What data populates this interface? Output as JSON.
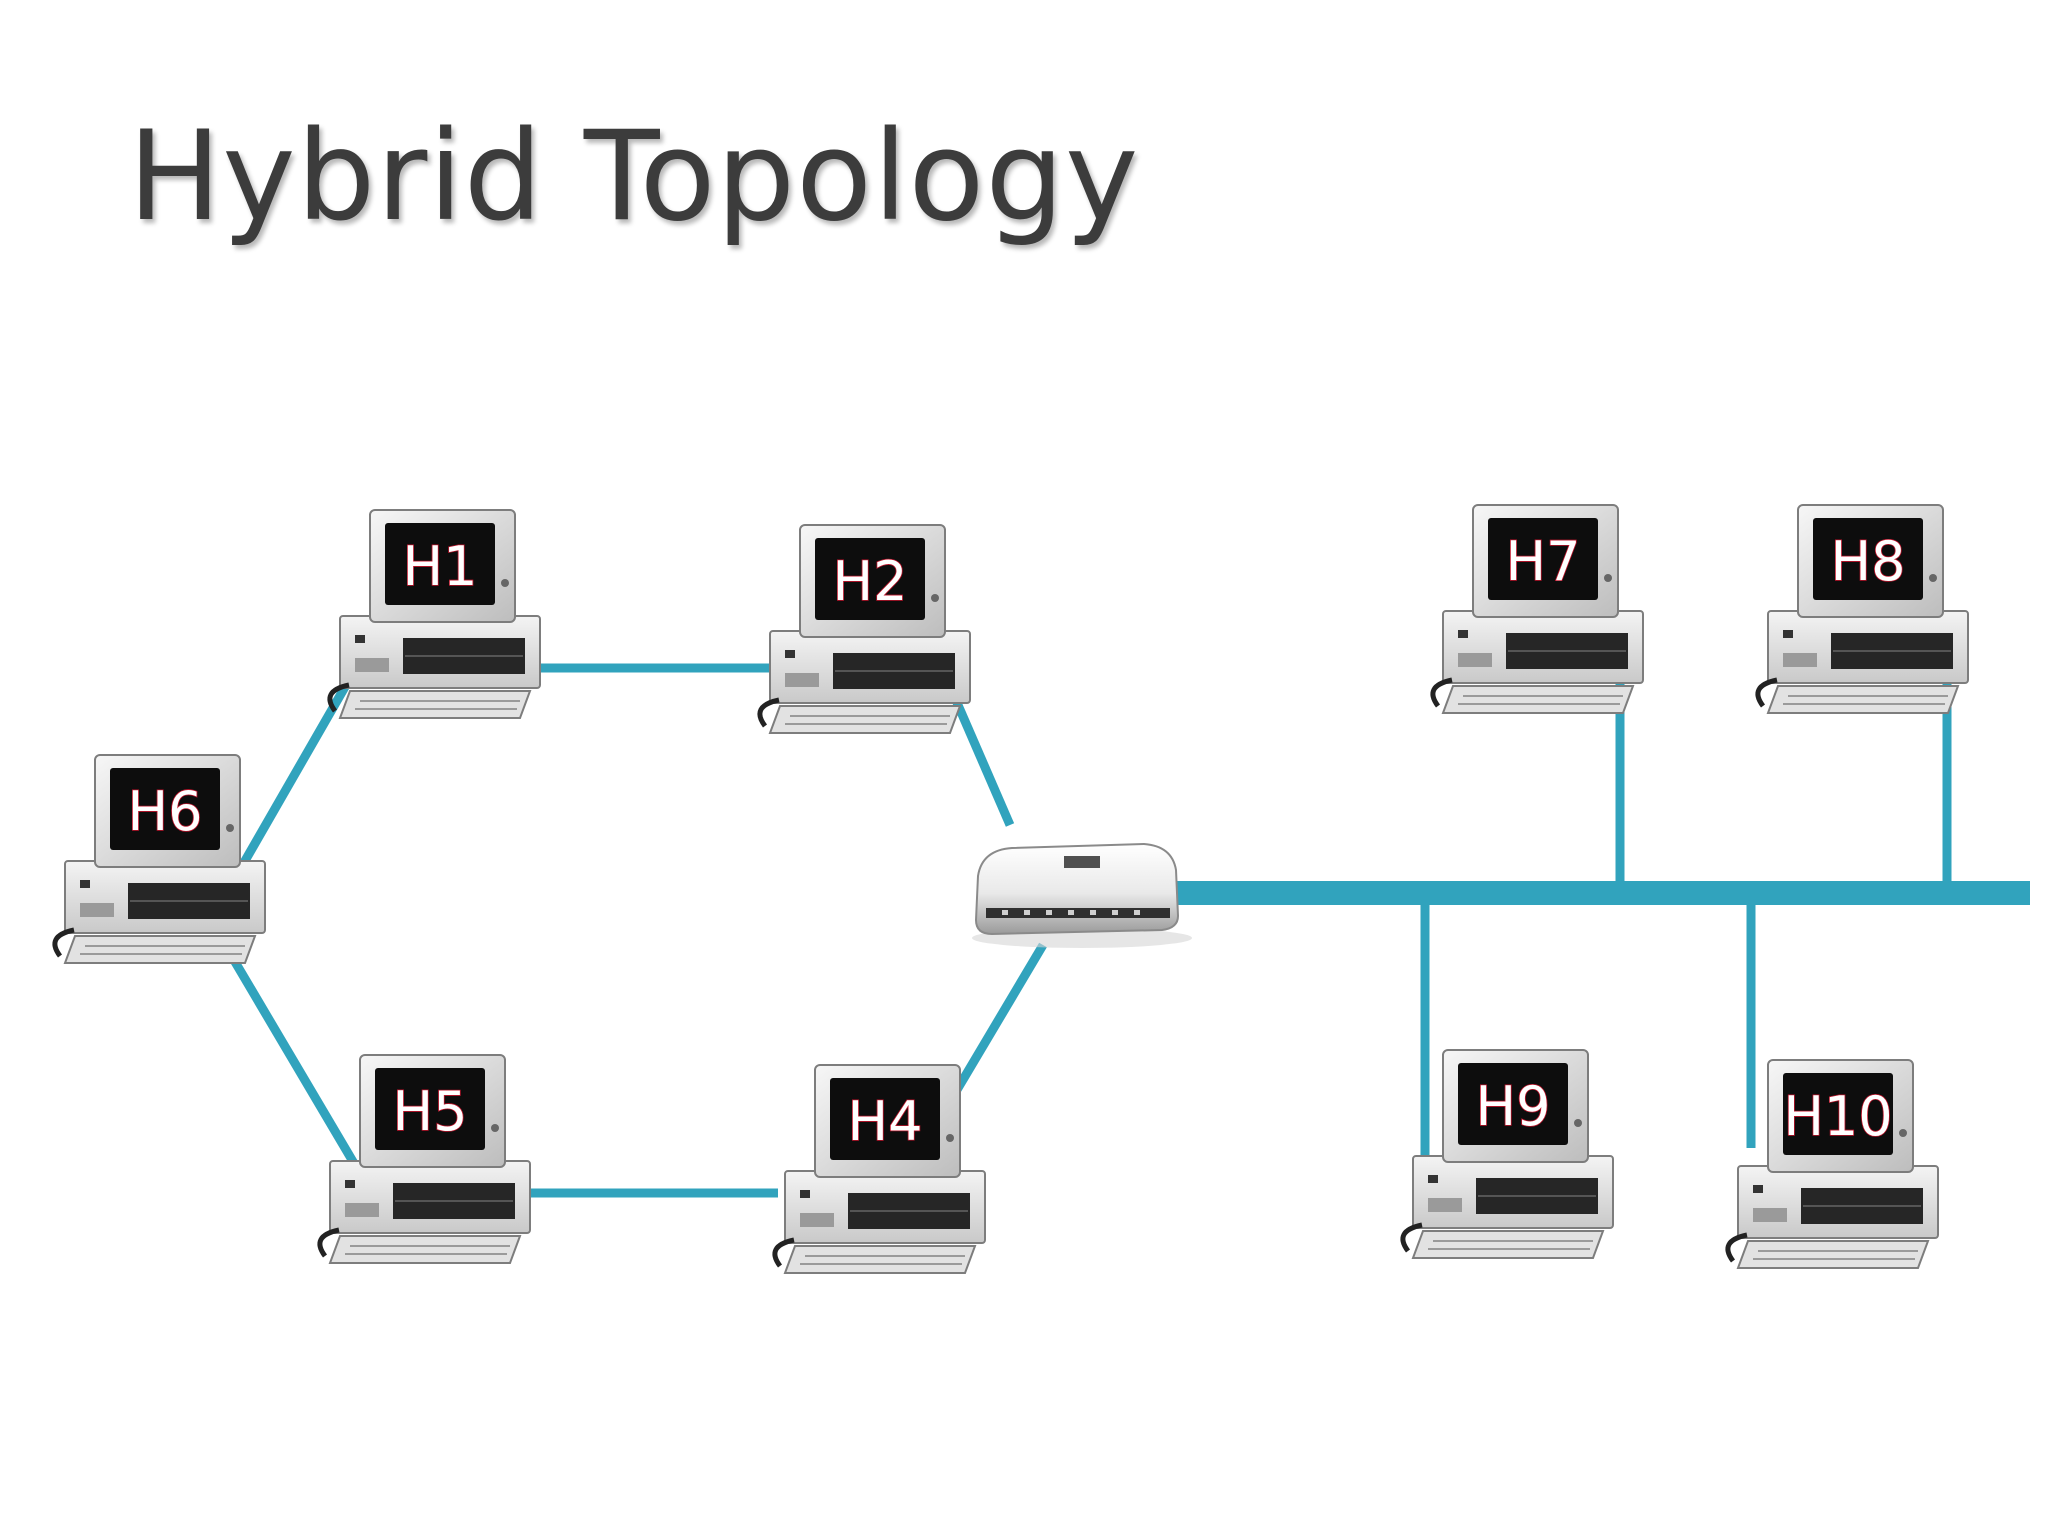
{
  "title": "Hybrid Topology",
  "colors": {
    "link": "#31a3bd",
    "title": "#3c3c3c",
    "screen": "#0d0d0d",
    "label_outline": "#c0142b"
  },
  "icons": {
    "host": "desktop-computer-icon",
    "hub": "network-hub-icon"
  },
  "hosts": [
    {
      "id": "H1",
      "label": "H1"
    },
    {
      "id": "H2",
      "label": "H2"
    },
    {
      "id": "H4",
      "label": "H4"
    },
    {
      "id": "H5",
      "label": "H5"
    },
    {
      "id": "H6",
      "label": "H6"
    },
    {
      "id": "H7",
      "label": "H7"
    },
    {
      "id": "H8",
      "label": "H8"
    },
    {
      "id": "H9",
      "label": "H9"
    },
    {
      "id": "H10",
      "label": "H10"
    }
  ],
  "ring_links": [
    [
      "H6",
      "H1"
    ],
    [
      "H1",
      "H2"
    ],
    [
      "H2",
      "HUB"
    ],
    [
      "HUB",
      "H4"
    ],
    [
      "H4",
      "H5"
    ],
    [
      "H5",
      "H6"
    ]
  ],
  "bus_links": [
    "H7",
    "H8",
    "H9",
    "H10"
  ]
}
